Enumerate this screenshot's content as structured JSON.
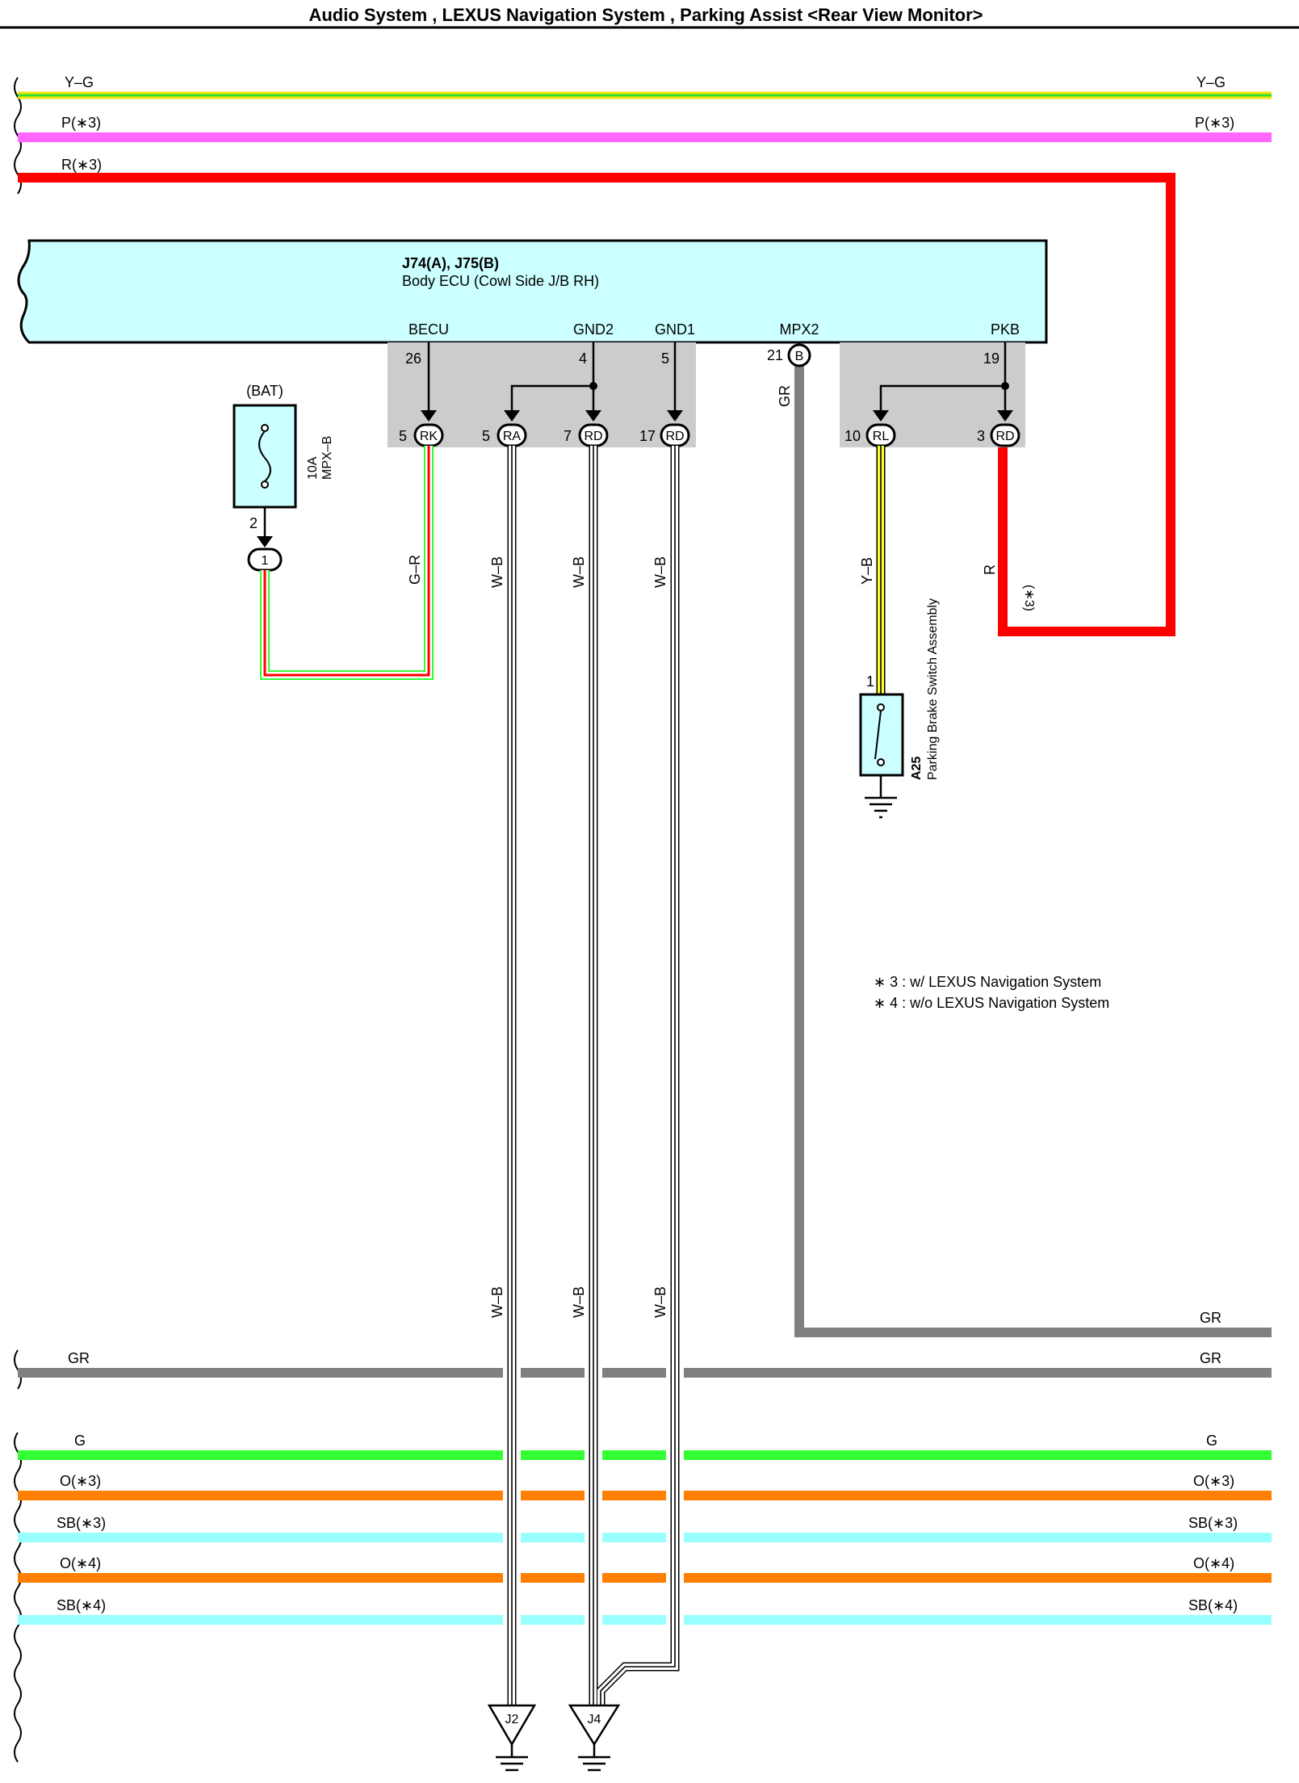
{
  "title": "Audio System , LEXUS Navigation System , Parking Assist <Rear View Monitor>",
  "colors": {
    "Y-G": "#f2e300",
    "Y-G_stripe": "#33dd33",
    "P": "#ff66ff",
    "R": "#ff0000",
    "GR": "#808080",
    "G": "#33ff33",
    "O": "#ff8000",
    "SB": "#99ffff",
    "W": "#ffffff",
    "B": "#000000",
    "Y": "#ffff33",
    "ecu_fill": "#ccffff",
    "junction_fill": "#cccccc"
  },
  "top_wires": [
    {
      "left": "Y–G",
      "right": "Y–G"
    },
    {
      "left": "P(∗3)",
      "right": "P(∗3)"
    },
    {
      "left": "R(∗3)"
    }
  ],
  "bottom_wires": [
    {
      "left": "GR",
      "right": "GR"
    },
    {
      "left": "G",
      "right": "G"
    },
    {
      "left": "O(∗3)",
      "right": "O(∗3)"
    },
    {
      "left": "SB(∗3)",
      "right": "SB(∗3)"
    },
    {
      "left": "O(∗4)",
      "right": "O(∗4)"
    },
    {
      "left": "SB(∗4)",
      "right": "SB(∗4)"
    }
  ],
  "ecu": {
    "connectors": "J74(A), J75(B)",
    "name": "Body ECU (Cowl Side J/B RH)",
    "pins": {
      "becu": "BECU",
      "gnd2": "GND2",
      "gnd1": "GND1",
      "mpx2": "MPX2",
      "pkb": "PKB"
    },
    "pin_numbers": {
      "becu": "26",
      "gnd2": "4",
      "gnd1": "5",
      "mpx2": "21",
      "pkb": "19"
    },
    "mpx2_connector": "B"
  },
  "junctions": [
    {
      "num": "5",
      "code": "RK"
    },
    {
      "num": "5",
      "code": "RA"
    },
    {
      "num": "7",
      "code": "RD"
    },
    {
      "num": "17",
      "code": "RD"
    },
    {
      "num": "10",
      "code": "RL"
    },
    {
      "num": "3",
      "code": "RD"
    }
  ],
  "fuse": {
    "label": "(BAT)",
    "rating": "10A",
    "name": "MPX–B",
    "pin": "2",
    "connector": "1"
  },
  "wire_labels": {
    "gr_becu": "G–R",
    "wb": "W–B",
    "gr_mpx": "GR",
    "yb": "Y–B",
    "r": "R",
    "r_note": "(∗3)",
    "gr_right": "GR"
  },
  "parking_brake": {
    "pin": "1",
    "code": "A25",
    "name": "Parking Brake Switch Assembly"
  },
  "grounds": [
    "J2",
    "J4"
  ],
  "notes": [
    "∗ 3 : w/ LEXUS Navigation System",
    "∗ 4 : w/o LEXUS Navigation System"
  ]
}
